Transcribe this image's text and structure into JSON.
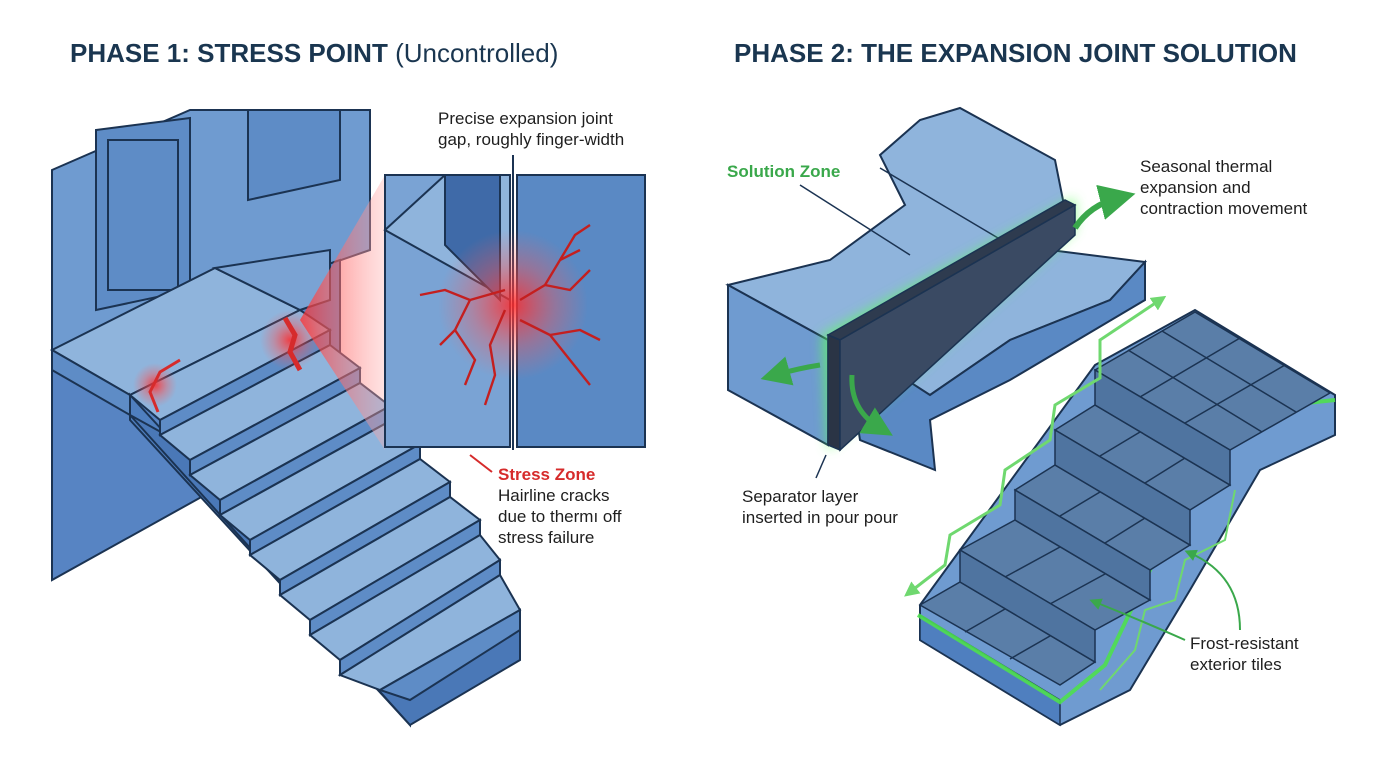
{
  "phase1": {
    "title_main": "PHASE 1: STRESS POINT",
    "title_sub": "(Uncontrolled)",
    "gap_label": [
      "Precise expansion joint",
      "gap, roughly finger-width"
    ],
    "stress_zone_title": "Stress Zone",
    "stress_zone_desc": [
      "Hairline cracks",
      "due to thermı off",
      "stress failure"
    ]
  },
  "phase2": {
    "title": "PHASE 2: THE EXPANSION JOINT SOLUTION",
    "solution_zone": "Solution Zone",
    "movement_label": [
      "Seasonal thermal",
      "expansion and",
      "contraction movement"
    ],
    "separator_label": [
      "Separator layer",
      "inserted in pour pour"
    ],
    "tiles_label": [
      "Frost-resistant",
      "exterior tiles"
    ]
  },
  "colors": {
    "concrete_light": "#8fb4dc",
    "concrete_mid": "#6f9bd0",
    "concrete_dark": "#4f7fbf",
    "outline": "#1b3352",
    "crack": "#d62b2b",
    "glow": "#4ee04e",
    "tile": "#5a7ea8",
    "title": "#1a3650"
  }
}
